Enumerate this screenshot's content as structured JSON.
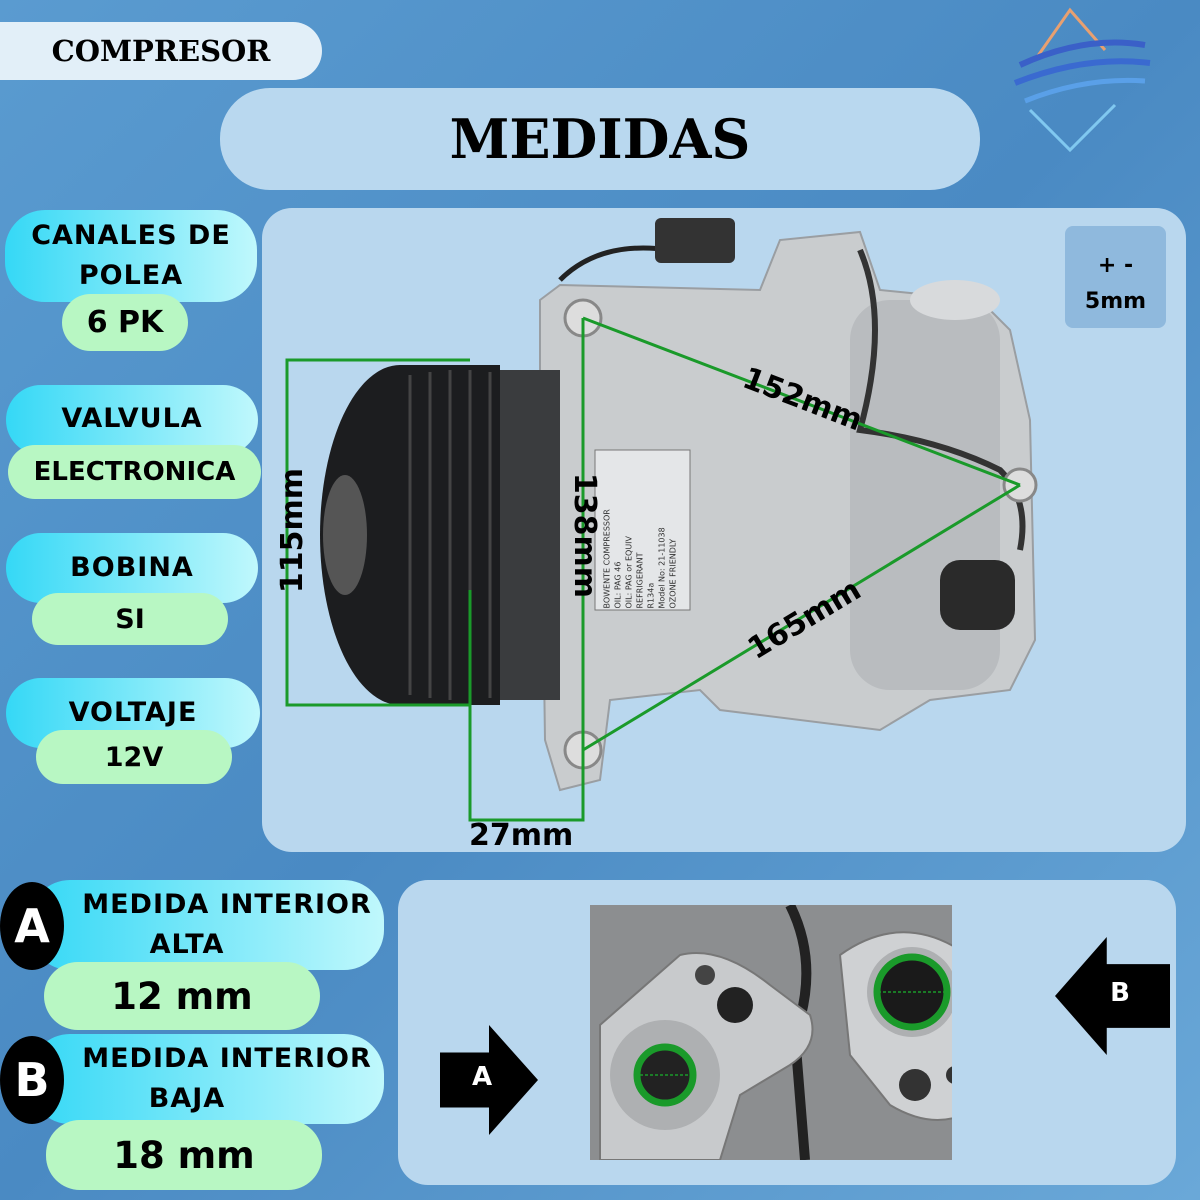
{
  "header": {
    "category": "COMPRESOR",
    "title": "MEDIDAS"
  },
  "specs": [
    {
      "label": "CANALES DE POLEA",
      "value": "6 PK"
    },
    {
      "label": "VALVULA",
      "value": "ELECTRONICA"
    },
    {
      "label": "BOBINA",
      "value": "SI"
    },
    {
      "label": "VOLTAJE",
      "value": "12V"
    }
  ],
  "tolerance": {
    "sign": "+ -",
    "value": "5mm"
  },
  "dimensions": {
    "height": "115mm",
    "width_offset": "27mm",
    "mount_vertical": "138mm",
    "mount_upper": "152mm",
    "mount_lower": "165mm"
  },
  "compressor_label": {
    "brand": "BOWENTE",
    "type": "COMPRESSOR",
    "oil1": "OIL: PAG 46",
    "oil2": "OIL: PAG or EQUIV",
    "refrigerant": "REFRIGERANT",
    "gas": "R134a",
    "model_label": "Model No:",
    "model": "21-11038",
    "ozone": "OZONE",
    "friendly": "FRIENDLY"
  },
  "ports": [
    {
      "letter": "A",
      "label": "MEDIDA INTERIOR ALTA",
      "line1": "MEDIDA INTERIOR",
      "line2": "ALTA",
      "value": "12 mm"
    },
    {
      "letter": "B",
      "label": "MEDIDA INTERIOR BAJA",
      "line1": "MEDIDA INTERIOR",
      "line2": "BAJA",
      "value": "18 mm"
    }
  ],
  "colors": {
    "dimension_line": "#1a9a2a",
    "accent_cyan": "#35d8f6",
    "accent_green": "#b8f7c3"
  }
}
